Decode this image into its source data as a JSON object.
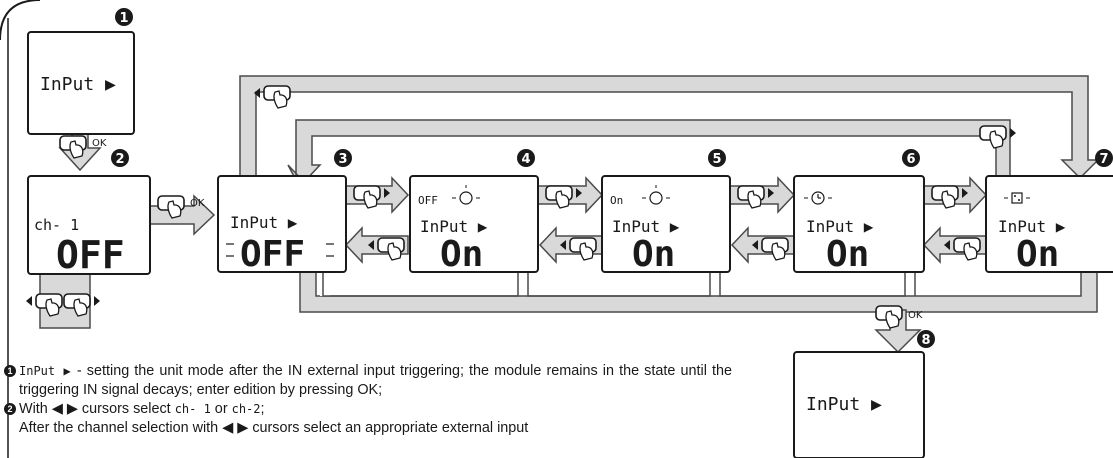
{
  "screens": {
    "s1": {
      "number": "1",
      "label": "InPut ▶"
    },
    "s2": {
      "number": "2",
      "label": "ch- 1",
      "value": "OFF"
    },
    "s3": {
      "number": "3",
      "label": "InPut ▶",
      "value": "OFF"
    },
    "s4": {
      "number": "4",
      "label": "InPut ▶",
      "value": "On",
      "indicator": "OFF"
    },
    "s5": {
      "number": "5",
      "label": "InPut ▶",
      "value": "On",
      "indicator": "On"
    },
    "s6": {
      "number": "6",
      "label": "InPut ▶",
      "value": "On"
    },
    "s7": {
      "number": "7",
      "label": "InPut ▶",
      "value": "On"
    },
    "s8": {
      "number": "8",
      "label": "InPut ▶"
    }
  },
  "ok_label": "OK",
  "icons": {
    "press": "finger-press-icon",
    "left": "left-arrow-button-icon",
    "right": "right-arrow-button-icon",
    "hand": "hand-icon",
    "clock": "clock-icon",
    "random": "dice-icon"
  },
  "notes": {
    "n1": {
      "bullet": "1",
      "code": "InPut ▶",
      "text": " - setting the unit mode after the IN external input triggering; the module remains in the state until the triggering IN signal decays; enter edition by pressing OK;"
    },
    "n2": {
      "bullet": "2",
      "pre": "With ◀ ▶ cursors select ",
      "code1": "ch- 1",
      "mid": " or ",
      "code2": "ch-2",
      "post": ";"
    },
    "n3": {
      "text": "After the channel selection with ◀ ▶ cursors select an appropriate external input"
    }
  },
  "colors": {
    "arrow_fill": "#d9d9d9",
    "arrow_stroke": "#4a4a4a",
    "ink": "#1a1a1a"
  }
}
